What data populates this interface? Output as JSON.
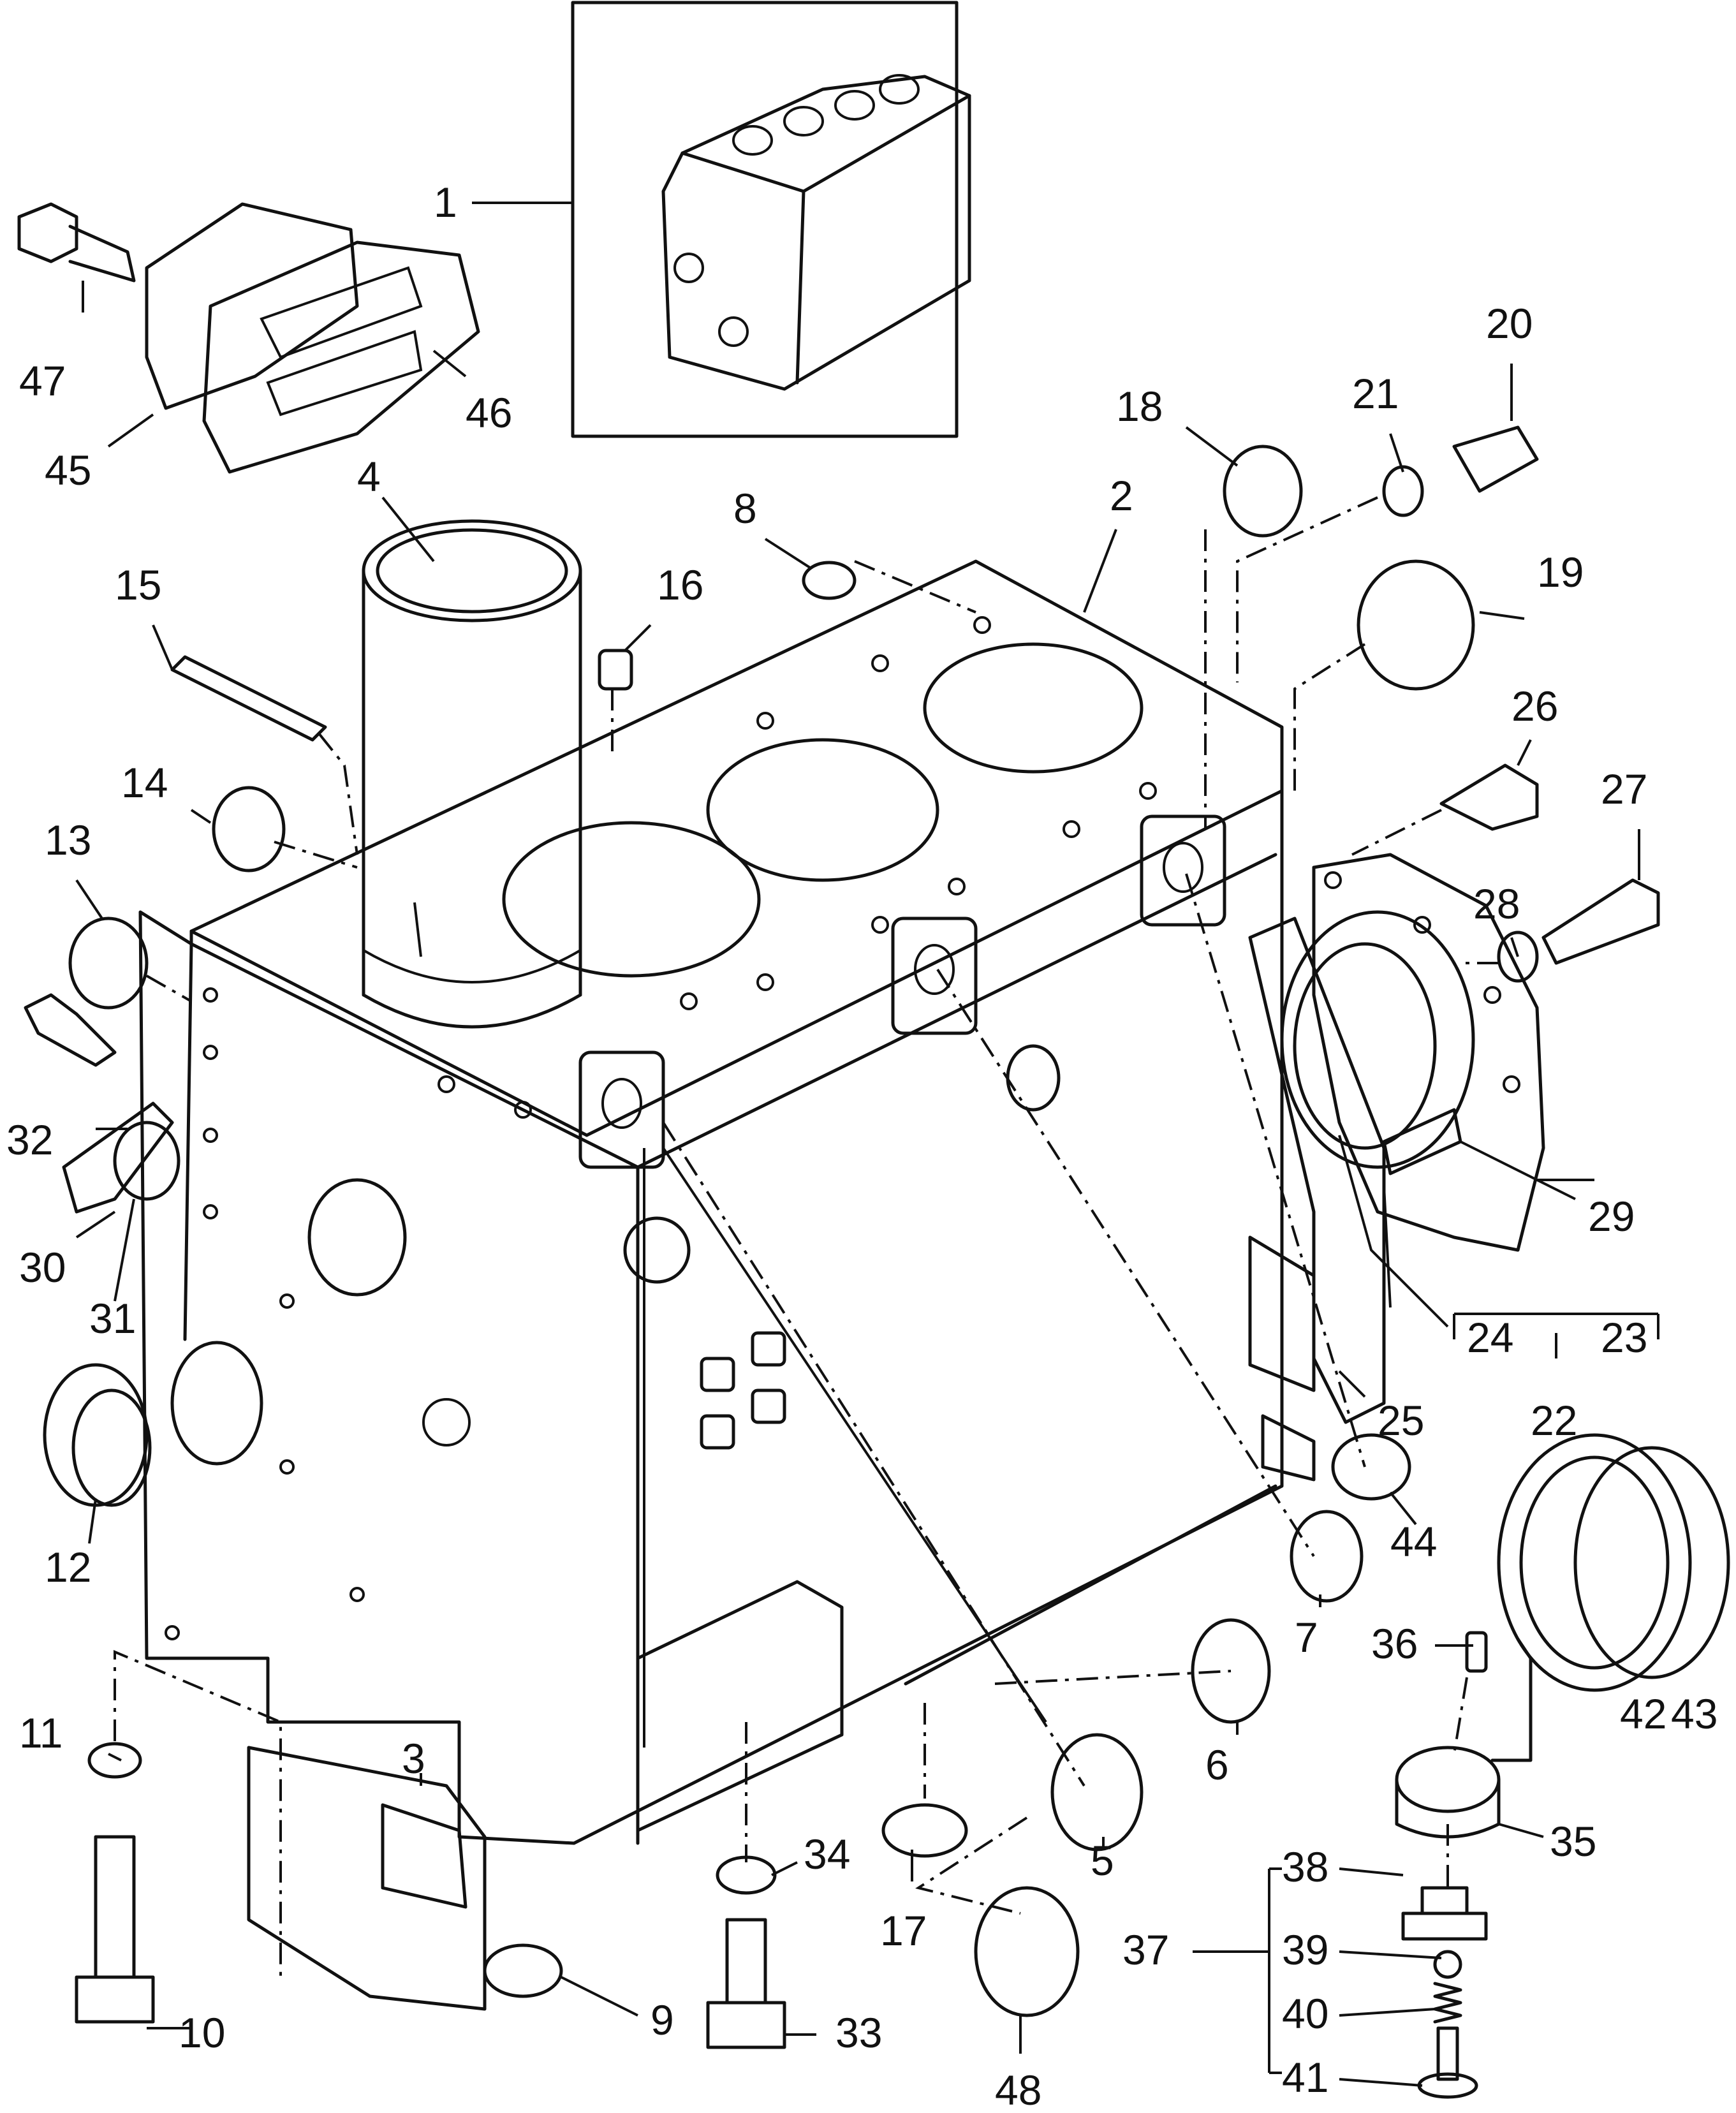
{
  "diagram": {
    "type": "exploded-parts-diagram",
    "callouts": [
      "1",
      "2",
      "3",
      "4",
      "5",
      "6",
      "7",
      "8",
      "9",
      "10",
      "11",
      "12",
      "13",
      "14",
      "15",
      "16",
      "17",
      "18",
      "19",
      "20",
      "21",
      "22",
      "23",
      "24",
      "25",
      "26",
      "27",
      "28",
      "29",
      "30",
      "31",
      "32",
      "33",
      "34",
      "35",
      "36",
      "37",
      "38",
      "39",
      "40",
      "41",
      "42",
      "43",
      "44",
      "45",
      "46",
      "47",
      "48"
    ]
  }
}
